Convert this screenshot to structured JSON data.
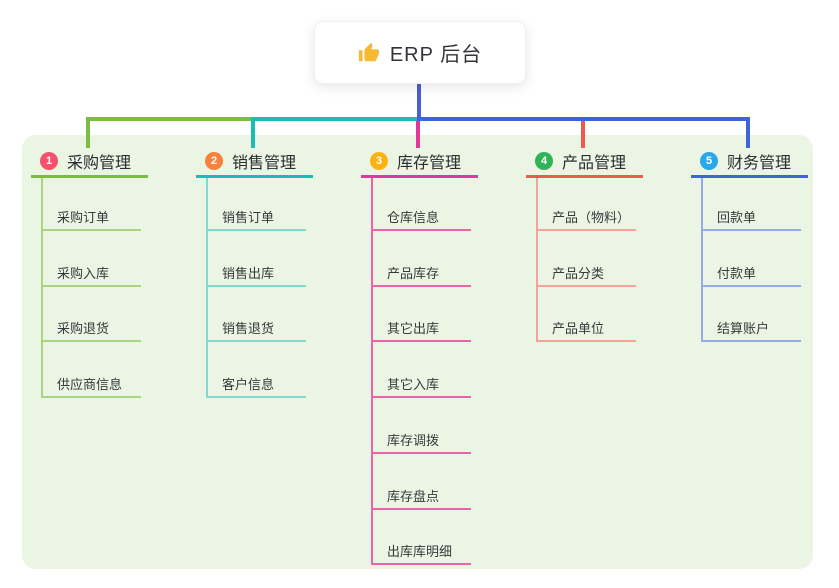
{
  "root": {
    "label": "ERP 后台",
    "icon": "thumbs-up-icon",
    "icon_color": "#f7b832"
  },
  "palette": {
    "canvas_bg": "#ffffff",
    "panel_bg": "#eaf6e3",
    "root_line": "#4b5ed2",
    "node_text": "#33333a"
  },
  "branches": [
    {
      "num": "1",
      "label": "采购管理",
      "color": "#7cbc40",
      "light": "#abd584",
      "badge": "#f8516b",
      "children": [
        "采购订单",
        "采购入库",
        "采购退货",
        "供应商信息"
      ]
    },
    {
      "num": "2",
      "label": "销售管理",
      "color": "#1abdb5",
      "light": "#82d9d2",
      "badge": "#f8823c",
      "children": [
        "销售订单",
        "销售出库",
        "销售退货",
        "客户信息"
      ]
    },
    {
      "num": "3",
      "label": "库存管理",
      "color": "#df3a99",
      "light": "#ee62ab",
      "badge": "#fdb214",
      "children": [
        "仓库信息",
        "产品库存",
        "其它出库",
        "其它入库",
        "库存调拨",
        "库存盘点",
        "出库库明细"
      ]
    },
    {
      "num": "4",
      "label": "产品管理",
      "color": "#f2584f",
      "light": "#f8a09a",
      "badge": "#2eb457",
      "children": [
        "产品（物料）",
        "产品分类",
        "产品单位"
      ]
    },
    {
      "num": "5",
      "label": "财务管理",
      "color": "#3f63d8",
      "light": "#94abe7",
      "badge": "#29a8ea",
      "children": [
        "回款单",
        "付款单",
        "结算账户"
      ]
    }
  ]
}
